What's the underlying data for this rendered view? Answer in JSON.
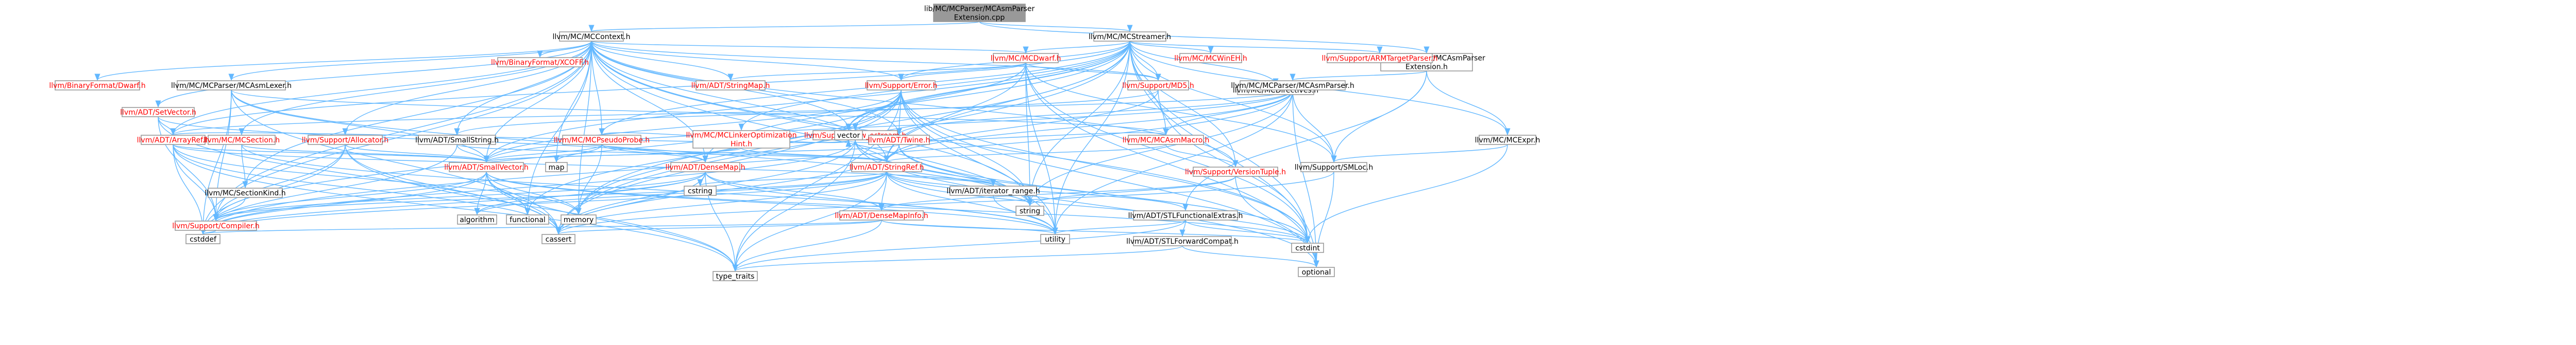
{
  "colors": {
    "edge": "#63b8ff",
    "root_fill": "#999999",
    "node_fill": "#ffffff",
    "node_stroke": "#999999",
    "link_text": "#000000",
    "incomplete_text": "#ff0000"
  },
  "nodes": [
    {
      "id": "root",
      "lines": [
        "lib/MC/MCParser/MCAsmParser",
        "Extension.cpp"
      ],
      "kind": "root"
    },
    {
      "id": "streamer",
      "lines": [
        "llvm/MC/MCStreamer.h"
      ],
      "kind": "link"
    },
    {
      "id": "context",
      "lines": [
        "llvm/MC/MCContext.h"
      ],
      "kind": "link"
    },
    {
      "id": "asmparserext",
      "lines": [
        "llvm/MC/MCParser/MCAsmParser",
        "Extension.h"
      ],
      "kind": "link"
    },
    {
      "id": "binaryformat_dwarf",
      "lines": [
        "llvm/BinaryFormat/Dwarf.h"
      ],
      "kind": "incomplete"
    },
    {
      "id": "adt_setvector",
      "lines": [
        "llvm/ADT/SetVector.h"
      ],
      "kind": "incomplete"
    },
    {
      "id": "asmlexer",
      "lines": [
        "llvm/MC/MCParser/MCAsmLexer.h"
      ],
      "kind": "link"
    },
    {
      "id": "binaryformat_xcoff",
      "lines": [
        "llvm/BinaryFormat/XCOFF.h"
      ],
      "kind": "incomplete"
    },
    {
      "id": "mc_dwarf",
      "lines": [
        "llvm/MC/MCDwarf.h"
      ],
      "kind": "incomplete"
    },
    {
      "id": "mc_wineh",
      "lines": [
        "llvm/MC/MCWinEH.h"
      ],
      "kind": "incomplete"
    },
    {
      "id": "mc_directives",
      "lines": [
        "llvm/MC/MCDirectives.h"
      ],
      "kind": "link"
    },
    {
      "id": "support_armtarget",
      "lines": [
        "llvm/Support/ARMTargetParser.h"
      ],
      "kind": "incomplete"
    },
    {
      "id": "adt_stringmap",
      "lines": [
        "llvm/ADT/StringMap.h"
      ],
      "kind": "incomplete"
    },
    {
      "id": "support_error",
      "lines": [
        "llvm/Support/Error.h"
      ],
      "kind": "incomplete"
    },
    {
      "id": "support_md5",
      "lines": [
        "llvm/Support/MD5.h"
      ],
      "kind": "incomplete"
    },
    {
      "id": "asmparser",
      "lines": [
        "llvm/MC/MCParser/MCAsmParser.h"
      ],
      "kind": "link"
    },
    {
      "id": "adt_arrayref",
      "lines": [
        "llvm/ADT/ArrayRef.h"
      ],
      "kind": "incomplete"
    },
    {
      "id": "mc_section",
      "lines": [
        "llvm/MC/MCSection.h"
      ],
      "kind": "incomplete"
    },
    {
      "id": "support_allocator",
      "lines": [
        "llvm/Support/Allocator.h"
      ],
      "kind": "incomplete"
    },
    {
      "id": "adt_smallstring",
      "lines": [
        "llvm/ADT/SmallString.h"
      ],
      "kind": "link"
    },
    {
      "id": "pseudoprobe",
      "lines": [
        "llvm/MC/MCPseudoProbe.h"
      ],
      "kind": "incomplete"
    },
    {
      "id": "linkerhint",
      "lines": [
        "llvm/MC/MCLinkerOptimization",
        "Hint.h"
      ],
      "kind": "incomplete"
    },
    {
      "id": "raw_ostream",
      "lines": [
        "llvm/Support/raw_ostream.h"
      ],
      "kind": "incomplete"
    },
    {
      "id": "adt_twine",
      "lines": [
        "llvm/ADT/Twine.h"
      ],
      "kind": "incomplete"
    },
    {
      "id": "asmmacro",
      "lines": [
        "llvm/MC/MCAsmMacro.h"
      ],
      "kind": "incomplete"
    },
    {
      "id": "mc_expr",
      "lines": [
        "llvm/MC/MCExpr.h"
      ],
      "kind": "link"
    },
    {
      "id": "map",
      "lines": [
        "map"
      ],
      "kind": "plain"
    },
    {
      "id": "adt_densemap",
      "lines": [
        "llvm/ADT/DenseMap.h"
      ],
      "kind": "incomplete"
    },
    {
      "id": "adt_stringref",
      "lines": [
        "llvm/ADT/StringRef.h"
      ],
      "kind": "incomplete"
    },
    {
      "id": "versiontuple",
      "lines": [
        "llvm/Support/VersionTuple.h"
      ],
      "kind": "incomplete"
    },
    {
      "id": "vector",
      "lines": [
        "vector"
      ],
      "kind": "plain"
    },
    {
      "id": "smloc",
      "lines": [
        "llvm/Support/SMLoc.h"
      ],
      "kind": "link"
    },
    {
      "id": "sectionkind",
      "lines": [
        "llvm/MC/SectionKind.h"
      ],
      "kind": "link"
    },
    {
      "id": "adt_smallvector",
      "lines": [
        "llvm/ADT/SmallVector.h"
      ],
      "kind": "incomplete"
    },
    {
      "id": "compiler",
      "lines": [
        "llvm/Support/Compiler.h"
      ],
      "kind": "incomplete"
    },
    {
      "id": "algorithm",
      "lines": [
        "algorithm"
      ],
      "kind": "plain"
    },
    {
      "id": "functional",
      "lines": [
        "functional"
      ],
      "kind": "plain"
    },
    {
      "id": "memory",
      "lines": [
        "memory"
      ],
      "kind": "plain"
    },
    {
      "id": "cstring",
      "lines": [
        "cstring"
      ],
      "kind": "plain"
    },
    {
      "id": "densemapinfo",
      "lines": [
        "llvm/ADT/DenseMapInfo.h"
      ],
      "kind": "incomplete"
    },
    {
      "id": "iterator_range",
      "lines": [
        "llvm/ADT/iterator_range.h"
      ],
      "kind": "link"
    },
    {
      "id": "string",
      "lines": [
        "string"
      ],
      "kind": "plain"
    },
    {
      "id": "stlfunctional",
      "lines": [
        "llvm/ADT/STLFunctionalExtras.h"
      ],
      "kind": "link"
    },
    {
      "id": "stlforward",
      "lines": [
        "llvm/ADT/STLForwardCompat.h"
      ],
      "kind": "link"
    },
    {
      "id": "cstddef",
      "lines": [
        "cstddef"
      ],
      "kind": "plain"
    },
    {
      "id": "cassert",
      "lines": [
        "cassert"
      ],
      "kind": "plain"
    },
    {
      "id": "utility",
      "lines": [
        "utility"
      ],
      "kind": "plain"
    },
    {
      "id": "cstdint",
      "lines": [
        "cstdint"
      ],
      "kind": "plain"
    },
    {
      "id": "type_traits",
      "lines": [
        "type_traits"
      ],
      "kind": "plain"
    },
    {
      "id": "optional",
      "lines": [
        "optional"
      ],
      "kind": "plain"
    }
  ]
}
